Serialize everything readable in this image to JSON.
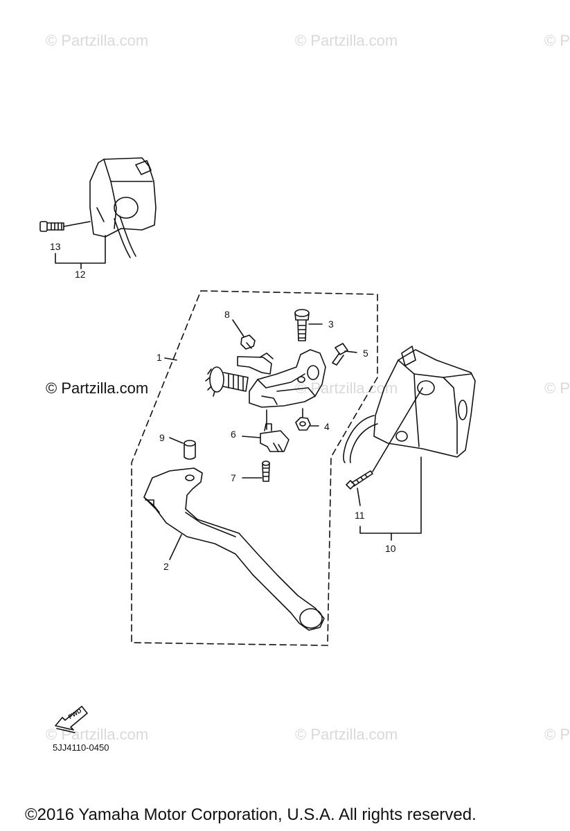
{
  "watermark": "© Partzilla.com",
  "watermark_partial": "© P",
  "callouts": {
    "c1": "1",
    "c2": "2",
    "c3": "3",
    "c4": "4",
    "c5": "5",
    "c6": "6",
    "c7": "7",
    "c8": "8",
    "c9": "9",
    "c10": "10",
    "c11": "11",
    "c12": "12",
    "c13": "13"
  },
  "fwd_label": "FWD",
  "diagram_code": "5JJ4110-0450",
  "copyright": "©2016  Yamaha Motor Corporation, U.S.A. All rights reserved."
}
